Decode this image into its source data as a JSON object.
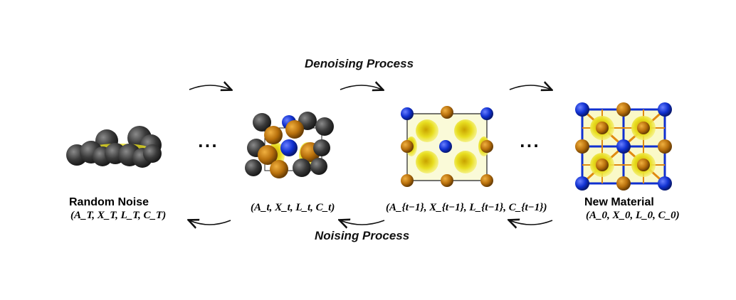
{
  "diagram": {
    "denoising_label": "Denoising Process",
    "noising_label": "Noising Process",
    "ellipsis": "···",
    "stages": [
      {
        "title": "Random Noise",
        "math": "(A_T, X_T, L_T, C_T)"
      },
      {
        "title": "",
        "math": "(A_t, X_t, L_t, C_t)"
      },
      {
        "title": "",
        "math": "(A_{t−1}, X_{t−1}, L_{t−1}, C_{t−1})"
      },
      {
        "title": "New Material",
        "math": "(A_0, X_0, L_0, C_0)"
      }
    ],
    "colors": {
      "noise_atom": "#3a3a3a",
      "metal_atom": "#b8700c",
      "cation_atom": "#1030d0",
      "density": "#f2ee28",
      "bond": "#e08a10"
    }
  }
}
